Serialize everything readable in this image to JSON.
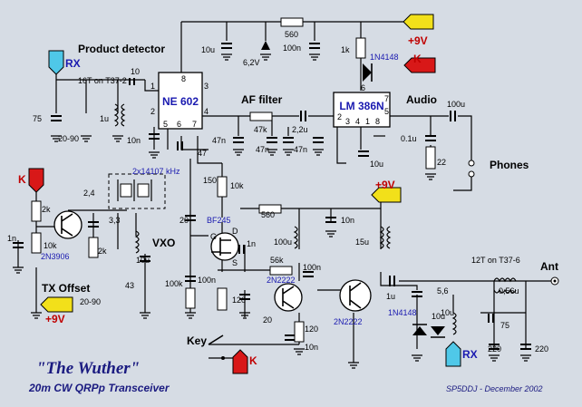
{
  "title": "\"The Wuther\"",
  "subtitle": "20m CW QRPp Transceiver",
  "credit": "SP5DDJ - December 2002",
  "sections": {
    "product_detector": "Product detector",
    "af_filter": "AF filter",
    "audio": "Audio",
    "vxo": "VXO",
    "tx_offset": "TX Offset",
    "phones": "Phones",
    "key": "Key",
    "ant": "Ant"
  },
  "ics": {
    "mixer": "NE 602",
    "amp": "LM 386N"
  },
  "connectors": {
    "rx_top": "RX",
    "rx_bottom": "RX",
    "k_top": "K",
    "k_left": "K",
    "k_key": "K",
    "v9_top": "+9V",
    "v9_mid": "+9V",
    "v9_left": "+9V"
  },
  "transistors": {
    "q_tx_offset": "2N3906",
    "q_vxo": "BF245",
    "q_driver": "2N2222",
    "q_pa": "2N2222"
  },
  "fet_pins": {
    "g": "G",
    "d": "D",
    "s": "S"
  },
  "diodes": {
    "d_audio": "1N4148",
    "d_rx": "1N4148"
  },
  "inductors": {
    "t_input": "16T on T37-2",
    "t_output": "12T on T37-6",
    "l_vxo": "10u",
    "l_rf": "100u",
    "l_pa": "15u",
    "l_input": "1u",
    "l_lpf": "0,56u",
    "l_rx": "10u"
  },
  "crystal_label": "2x14107 kHz",
  "ic_pins": {
    "ne602": [
      "8",
      "1",
      "2",
      "3",
      "4",
      "5",
      "6",
      "7"
    ],
    "lm386": [
      "6",
      "2",
      "3",
      "4",
      "5",
      "1",
      "8",
      "7"
    ]
  },
  "component_values": {
    "c_in_10": "10",
    "c_75": "75",
    "tc_20_90": "20-90",
    "c_10n_mix": "10n",
    "c_10u_supply": "10u",
    "z_62": "6,2V",
    "c_100n_supply": "100n",
    "r_560_top": "560",
    "r_1k": "1k",
    "c_47n_a": "47n",
    "r_47k": "47k",
    "c_22u": "2,2u",
    "c_47n_b": "47n",
    "c_47n_c": "47n",
    "c_100u_out": "100u",
    "c_01u": "0.1u",
    "r_22": "22",
    "c_10u_lm": "10u",
    "c_47_mix": "47",
    "c_150": "150",
    "r_10k_mix": "10k",
    "c_24": "2,4",
    "r_2k_a": "2k",
    "c_1n_left": "1n",
    "r_10k_q": "10k",
    "c_33": "3,3",
    "r_2k_b": "2k",
    "c_43": "43",
    "tc_20_90_b": "20-90",
    "c_20_vxo": "20",
    "r_560_mid": "560",
    "c_10n_mid": "10n",
    "c_1n_fet": "1n",
    "c_100n_fet": "100n",
    "r_100k": "100k",
    "r_120_fet": "120",
    "r_56k": "56k",
    "c_100n_drv": "100n",
    "c_20_drv": "20",
    "r_120_drv": "120",
    "c_10n_drv": "10n",
    "c_1u_pa": "1u",
    "c_56": "5,6",
    "c_10u_rx": "10u",
    "c_75_lpf": "75",
    "c_220_a": "220",
    "c_220_b": "220"
  },
  "colors": {
    "background": "#d6dce4",
    "rx_connector": "#4fc8e8",
    "k_connector": "#d81818",
    "v9_connector": "#f2e01a",
    "ic_label": "#1a1ab0",
    "title": "#1a1a80"
  }
}
